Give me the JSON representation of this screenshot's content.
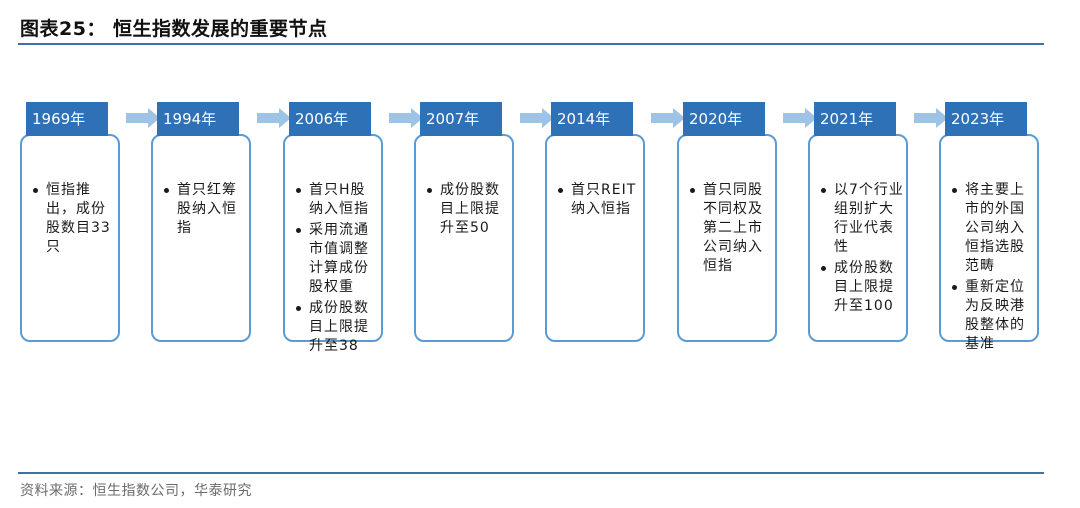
{
  "header": {
    "title": "图表25： 恒生指数发展的重要节点"
  },
  "footer": {
    "source": "资料来源：恒生指数公司，华泰研究"
  },
  "milestones": [
    {
      "year": "1969年",
      "bullets": [
        "恒指推出，成份股数目33只"
      ]
    },
    {
      "year": "1994年",
      "bullets": [
        "首只红筹股纳入恒指"
      ]
    },
    {
      "year": "2006年",
      "bullets": [
        "首只H股纳入恒指",
        "采用流通市值调整计算成份股权重",
        "成份股数目上限提升至38"
      ]
    },
    {
      "year": "2007年",
      "bullets": [
        "成份股数目上限提升至50"
      ]
    },
    {
      "year": "2014年",
      "bullets": [
        "首只REIT纳入恒指"
      ]
    },
    {
      "year": "2020年",
      "bullets": [
        "首只同股不同权及第二上市公司纳入恒指"
      ]
    },
    {
      "year": "2021年",
      "bullets": [
        "以7个行业组别扩大行业代表性",
        "成份股数目上限提升至100"
      ]
    },
    {
      "year": "2023年",
      "bullets": [
        "将主要上市的外国公司纳入恒指选股范畴",
        "重新定位为反映港股整体的基准"
      ]
    }
  ],
  "colors": {
    "year_fill": "#2f71b6",
    "box_border": "#5b9bd5",
    "arrow": "#9dc3e6",
    "rule": "#3f6fa6"
  }
}
